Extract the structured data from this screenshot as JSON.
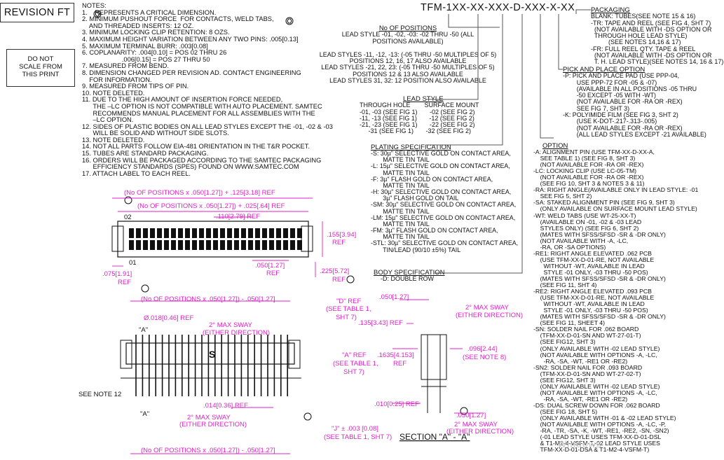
{
  "revision": "REVISION FT",
  "do_not_scale": [
    "DO NOT",
    "SCALE FROM",
    "THIS PRINT"
  ],
  "notes_title": "NOTES:",
  "notes": [
    "1.    REPRESENTS A CRITICAL DIMENSION.",
    "2. MINIMUM PUSHOUT FORCE  FOR CONTACTS, WELD TABS,",
    "    AND THREADED INSERTS: 12 OZ.",
    "3. MINIMUM LOCKING CLIP RETENTION: 8 OZS.",
    "4. MAXIMUM HEIGHT VARIATION BETWEEN ANY TWO PINS: .005[0.13]",
    "5. MAXIMUM TERMINAL BURR: .003[0.08]",
    "6. COPLANARITY: .004[0.10] = POS 02 THRU 26",
    "                      .006[0.15] = POS 27 THRU 50",
    "7. MEASURED FROM BEND.",
    "8. DIMENSION CHANGED PER REVISION AD. CONTACT ENGINEERING",
    "    FOR INFORMATION.",
    "9. MEASURED FROM TIPS OF PIN.",
    "10. NOTE DELETED.",
    "11. DUE TO THE HIGH AMOUNT OF INSERTION FORCE NEEDED,",
    "      THE –LC OPTION IS NOT COMPATIBLE WITH AUTO PLACEMENT. SAMTEC",
    "      RECOMMENDS MANUAL PLACEMENT FOR ALL ASSEMBLIES WITH THE",
    "      –LC OPTION.",
    "12. SIDES OF PLASTIC BODIES ON ALL LEAD STYLES EXCEPT THE -01, -02 & -03",
    "      WILL BE SOLID AND WITHOUT SIDE SLOTS.",
    "13. NOTE DELETED.",
    "14. NOT ALL PARTS FOLLOW EIA-481 ORIENTATION IN THE T&R POCKET.",
    "15. TUBES ARE STANDARD PACKAGING.",
    "16. ORDERS WILL BE PACKAGED ACCORDING TO THE SAMTEC PACKAGING",
    "      EFFICIENCY STANDARDS (SPES) FOUND ON WWW.SAMTEC.COM",
    "17. ATTACH LABEL TO EACH REEL."
  ],
  "part_number": "TFM-1XX-XX-XXX-D-XXX-X-XX",
  "positions": {
    "title": "No OF POSITIONS",
    "lines": [
      "LEAD STYLE -01, -02, -03: -02 THRU -50 (ALL",
      "POSITIONS AVAILABLE)",
      "",
      "LEAD STYLES -11, -12, -13: (-05 THRU -50 MULTIPLES OF 5)",
      "POSITIONS 12, 16, 17 ALSO AVAILABLE",
      "LEAD STYLES -21, 22, 23: (-05 THRU -50 MULTIPLES OF 5)",
      "POSITIONS 12 & 13 ALSO AVAILABLE",
      "LEAD STYLES 31, 32: 12 POSITION ALSO AVAILABLE"
    ]
  },
  "lead_style": {
    "title": "LEAD STYLE",
    "lines": [
      "THROUGH HOLE        SURFACE MOUNT",
      "-01, -03 (SEE FIG 1)       -02 (SEE FIG 2)",
      "-11, -13 (SEE FIG 1)       -12 (SEE FIG 2)",
      "-21, -23 (SEE FIG 1)       -22 (SEE FIG 2)",
      "     -31 (SEE FIG 1)       -32 (SEE FIG 2)"
    ]
  },
  "plating": {
    "title": "PLATING SPECIFICATION",
    "lines": [
      "-S: 30µ\" SELECTIVE GOLD ON CONTACT AREA,",
      "       MATTE TIN TAIL",
      "-L: 15µ\" SELECTIVE GOLD ON CONTACT AREA,",
      "       MATTE TIN TAIL",
      "-F: 3µ\" FLASH GOLD ON CONTACT AREA,",
      "       MATTE TIN TAIL",
      "-H: 30µ\" SELECTIVE GOLD ON CONTACT AREA,",
      "       3µ\" FLASH GOLD ON TAIL",
      "-SM: 30µ\" SELECTIVE GOLD ON CONTACT AREA,",
      "       MATTE TIN TAIL",
      "-LM: 15µ\" SELECTIVE GOLD ON CONTACT AREA,",
      "       MATTE TIN TAIL",
      "-FM: 3µ\" FLASH GOLD ON CONTACT AREA,",
      "       MATTE TIN TAIL",
      "-STL: 30µ\" SELECTIVE GOLD ON CONTACT AREA,",
      "       TIN/LEAD (90/10 ±5%) TAIL"
    ]
  },
  "body_spec": {
    "title": "BODY SPECIFICATION",
    "lines": [
      "-D: DOUBLE ROW"
    ]
  },
  "packaging": {
    "title": "PACKAGING",
    "lines": [
      "BLANK: TUBES(SEE NOTE 15 & 16)",
      "-TR: TAPE AND REEL (SEE FIG 4, SHT 7)",
      "  (NOT AVAILABLE WITH -DS OPTION OR",
      "  THROUGH HOLE LEAD STYLE)",
      "          (SEE NOTES 14,16 & 17)",
      "-FR: FULL REEL QTY. TAPE & REEL",
      "  (NOT AVAILABLE WITH -DS OPTION OR",
      "  T. H. LEAD STYLE)(SEE NOTES 14, 16 & 17)"
    ]
  },
  "pick_place": {
    "title": "PICK AND PLACE OPTION",
    "lines": [
      "-P: PICK AND PLACE PAD (USE PPP-04,",
      "        USE PPP-72 FOR -05 & -07)",
      "        (AVAILABLE IN ALL POSITIONS -05 THRU",
      "        -50 EXCEPT -05 WITH -WT)",
      "        (NOT AVAILABLE FOR -RA OR -REX)",
      "        SEE FIG 7, SHT 3)",
      "-K: POLYIMIDE FILM (SEE FIG 3, SHT 2)",
      "        (USE K-DOT-.217-.313-.005)",
      "        (NOT AVAILABLE FOR -RA OR -REX)",
      "        (ALL LEAD STYLES EXCEPT -21 AVAILABLE)"
    ]
  },
  "option": {
    "title": "OPTION",
    "lines": [
      "-A: ALIGNMENT PIN (USE TFM-XX-D-XX-A,",
      "    SEE TABLE 1) (SEE FIG 8, SHT 3)",
      "    (NOT AVAILABLE FOR -RA OR -REX)",
      "-LC: LOCKING CLIP (USE LC-05-TM)",
      "    (NOT AVAILABLE FOR -RA OR -REX)",
      "    (SEE FIG 10, SHT 3 & NOTES 3 & 11)",
      "-RA: RIGHT ANGLE(AVAILABLE ONLY IN LEAD STYLE: -01",
      "    SEE FIG 5, SHT 2)",
      "-SA: STAKED ALIGNMENT PIN (SEE FIG 9, SHT 3)",
      "    (ONLY AVAILABLE ON SURFACE MOUNT LEAD STYLE)",
      "-WT: WELD TABS (USE WT-25-XX-T)",
      "    (AVAILABLE ON -01, -02 & -03 LEAD",
      "    STYLES ONLY) (SEE FIG 6, SHT 2)",
      "    (MATES WITH SFSS/SFSD -SR & -DR ONLY)",
      "    (NOT AVAILABLE WITH -A, -LC,",
      "    -RA, OR -SA OPTIONS)",
      "-RE1: RIGHT ANGLE ELEVATED .062 PCB",
      "    (USE TFM-XX-D-01-RE, NOT AVAILABLE",
      "      WITHOUT -WT, AVAILABLE IN LEAD",
      "      STYLE -01 ONLY, -03 THRU -50 POS)",
      "    (MATES WITH SFSS/SFSD -SR & -DR ONLY)",
      "    (SEE FIG 11, SHT 4)",
      "-RE2: RIGHT ANGLE ELEVATED .093 PCB",
      "    (USE TFM-XX-D-01-RE, NOT AVAILABLE",
      "      WITHOUT -WT, AVAILABLE IN LEAD",
      "      STYLE -01 ONLY, -03 THRU -50 POS)",
      "    (MATES WITH SFSS/SFSD -SR & -DR ONLY)",
      "    (SEE FIG 11, SHEET 4)",
      "-SN: SOLDER NAIL FOR .062 BOARD",
      "    (TFM-XX-D-01-SN AND WT-27-01-T)",
      "    (SEE FIG12, SHT 3)",
      "    (ONLY AVAILABLE WITH -02 LEAD STYLE)",
      "    (NOT AVAILABLE WITH OPTIONS -A, -LC,",
      "      -RA, -SA, -WT, -RE1 OR -RE2)",
      "-SN2: SOLDER NAIL FOR .093 BOARD",
      "    (TFM-XX-D-01-SN AND WT-27-02-T)",
      "    (SEE FIG12, SHT 3)",
      "    (ONLY AVAILABLE WITH -02 LEAD STYLE)",
      "    (NOT AVAILABLE WITH OPTIONS -A, -LC,",
      "      -RA, -SA, -WT, -RE1 OR -RE2)",
      "-DS: DUAL SCREW DOWN FOR .062 BOARD",
      "    (SEE FIG 18, SHT 5)",
      "    (ONLY AVAILABLE WITH -01 & -02 LEAD STYLE)",
      "    (NOT AVAILABLE WITH OPTIONS -A, -LC, -P,",
      "    -RA, -TR, -SA, -K, -WT, -RE1, -RE2, -SN, -SN2)",
      "    (-01 LEAD STYLE USES TFM-XX-D-01-DSL",
      "    & T1-M2-4-VSFM-T,-02 LEAD STYLE USES",
      "    TFM-XX-D-01-DSA & T1-M2-4-VSFM-T)"
    ]
  },
  "dims": {
    "top_a": "(No OF POSITIONS x .050[1.27]) + .125[3.18] REF",
    "top_b": "(No OF POSITIONS x .050[1.27]) + .025[.64] REF",
    "pitch_ref": ".110[2.79] REF",
    "row_02": "02",
    "row_01": "01",
    "height": ".155[3.94]",
    "height_ref": "REF",
    "w075": ".075[1.91]",
    "w075_ref": "REF",
    "w050": ".050[1.27]",
    "w050_ref": "REF",
    "w225": ".225[5.72]",
    "w225_ref": "REF",
    "front_top": "(No OF POSITIONS x .050[1.27]) - .050[1.27]",
    "dia": "Ø.018[0.46] REF",
    "sway1": "2° MAX SWAY",
    "sway1b": "(EITHER DIRECTION)",
    "a_ref1": "\"A\"",
    "a_ref2": "\"A\"",
    "see_note12": "SEE NOTE 12",
    "w014": ".014[0.36] REF",
    "sway2": "2° MAX SWAY",
    "sway2b": "(EITHER DIRECTION)",
    "front_bot": "(No OF POSITIONS x .050[1.27]) - .050[1.27]",
    "d_ref": "\"D\" REF",
    "d_ref2": "(SEE TABLE 1,",
    "d_ref3": "SHT 7)",
    "s050": ".050[1.27]",
    "s135": ".135[3.43] REF",
    "sway3": "2° MAX SWAY",
    "sway3b": "(EITHER DIRECTION)",
    "a_ref3": "\"A\" REF",
    "a_ref3b": "(SEE TABLE 1,",
    "a_ref3c": "SHT 7)",
    "s1635": ".1635[4.153]",
    "s1635r": "REF",
    "s096": ".096[2.44]",
    "s096n": "(SEE NOTE 8)",
    "s010": ".010[0.25] REF",
    "s050b": ".050[1.27]",
    "j_ref": "\"J\" ± .003 [0.08]",
    "j_ref2": "(SEE TABLE 1, SHT 7)",
    "sway4": "2° MAX SWAY",
    "sway4b": "(EITHER DIRECTION)",
    "section": "SECTION \"A\" - \"A\""
  },
  "watermark": "Windows",
  "colors": {
    "dimension": "#e020c8",
    "ink": "#111111"
  }
}
